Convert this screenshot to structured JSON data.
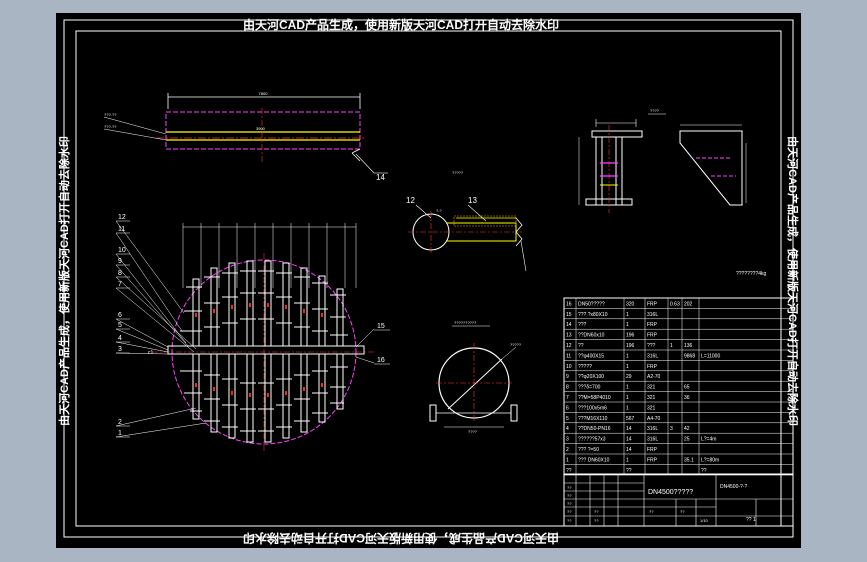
{
  "watermark": {
    "text": "由天河CAD产品生成，使用新版天河CAD打开自动去除水印"
  },
  "drawing": {
    "top_view": {
      "dim_total": "7800",
      "dim_inner": "3900",
      "note1": "???-??",
      "note2": "???-??",
      "balloon": "14"
    },
    "section_a": {
      "title": "?????",
      "left_label": "12",
      "right_label": "13",
      "dim": "?-?"
    },
    "side_view_title": "????",
    "plan_balloons_left": [
      "12",
      "11",
      "10",
      "9",
      "8",
      "7",
      "6",
      "5",
      "4",
      "3",
      "2",
      "1"
    ],
    "plan_balloons_right": [
      "15",
      "16"
    ],
    "plan_center_label": "c1",
    "section_b_title": "??????????",
    "section_b_label": "?????",
    "support_dim": "????",
    "scale_note": "????????4kg"
  },
  "bom": {
    "rows": [
      [
        "16",
        "DN50?????",
        "320",
        "FRP",
        "0.63",
        "202",
        ""
      ],
      [
        "15",
        "??? ?x80X10",
        "1",
        "316L",
        "",
        "",
        ""
      ],
      [
        "14",
        "???",
        "1",
        "FRP",
        "",
        "",
        ""
      ],
      [
        "13",
        "??DN60x10",
        "196",
        "FRP",
        "",
        "",
        ""
      ],
      [
        "12",
        "??",
        "196",
        "???",
        "1",
        "136",
        ""
      ],
      [
        "11",
        "??φ400X15",
        "1",
        "316L",
        "",
        "9868",
        "L=11000"
      ],
      [
        "10",
        "?????",
        "1",
        "FRP",
        "",
        "",
        ""
      ],
      [
        "9",
        "??φ20X100",
        "29",
        "A2-70",
        "",
        "",
        ""
      ],
      [
        "8",
        "???δ=700",
        "1",
        "321",
        "",
        "65",
        ""
      ],
      [
        "7",
        "??M=58P4010",
        "1",
        "321",
        "",
        "36",
        ""
      ],
      [
        "6",
        "???100x5m6",
        "1",
        "321",
        "",
        "",
        ""
      ],
      [
        "5",
        "???M16X110",
        "567",
        "A4-70",
        "",
        "",
        ""
      ],
      [
        "4",
        "??DN50-PN16",
        "14",
        "316L",
        "3",
        "42",
        ""
      ],
      [
        "3",
        "??????57x3",
        "14",
        "316L",
        "",
        "25",
        "L?=4m"
      ],
      [
        "2",
        "??? ?=50",
        "14",
        "FRP",
        "",
        "",
        ""
      ],
      [
        "1",
        "??? DN60X10",
        "1",
        "FRP",
        "",
        "35.1",
        "L?=80m"
      ],
      [
        "??",
        "",
        "??",
        "",
        "",
        "",
        "??"
      ]
    ],
    "title_main": "DN4500?????",
    "drawing_no": "DN4500-?-?",
    "tb_small": [
      "??",
      "??",
      "??",
      "??",
      "??",
      "??",
      "??",
      "??"
    ],
    "tb_scale": "??",
    "tb_unit": "1/10",
    "tb_sheet": "?? 1"
  }
}
